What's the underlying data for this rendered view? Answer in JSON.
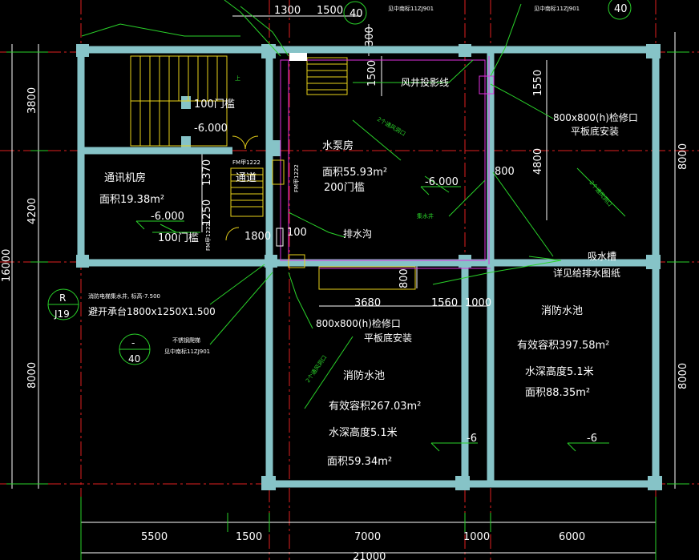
{
  "dims_top": [
    "1300",
    "1500",
    "300"
  ],
  "dims_bottom": [
    "5500",
    "1500",
    "7000",
    "1000",
    "6000",
    "21000"
  ],
  "dims_left": [
    "3800",
    "4200",
    "16000",
    "8000"
  ],
  "dims_right": [
    "8000",
    "8000"
  ],
  "dims_inner": {
    "d1550": "1550",
    "d1500": "1500",
    "d4800": "4800",
    "d800a": "800",
    "d1370": "1370",
    "d1250": "1250",
    "d1800": "1800",
    "d100": "100",
    "d800b": "800",
    "d3680": "3680",
    "d1560": "1560",
    "d1000": "1000"
  },
  "top_refs": {
    "ref1": "见中南标11ZJ901",
    "ref2": "见中南标11ZJ901",
    "sym1": "40",
    "sym2": "40"
  },
  "rooms": {
    "pump_room": {
      "name": "水泵房",
      "area": "面积55.93m²",
      "door": "200门槛",
      "elev": "-6.000"
    },
    "telecom_room": {
      "name": "通讯机房",
      "area": "面积19.38m²",
      "elev": "-6.000",
      "door": "100门槛"
    },
    "passage": "通道",
    "pool_left": {
      "name": "消防水池",
      "capacity": "有效容积267.03m²",
      "depth": "水深高度5.1米",
      "area": "面积59.34m²",
      "elev": "-6"
    },
    "pool_right": {
      "name": "消防水池",
      "capacity": "有效容积397.58m²",
      "depth": "水深高度5.1米",
      "area": "面积88.35m²",
      "elev": "-6"
    }
  },
  "labels": {
    "threshold_100": "100门槛",
    "elev_stair": "-6.000",
    "shaft": "风井投影线",
    "drain": "排水沟",
    "hatch_top": "800x800(h)检修口",
    "hatch_top2": "平板底安装",
    "hatch_bottom": "800x800(h)检修口",
    "hatch_bottom2": "平板底安装",
    "suction": "吸水槽",
    "suction2": "详见给排水图纸",
    "sump_note": "消防电梯集水井, 标高-7.500",
    "sump_note2": "避开承台1800x1250X1.500",
    "ladder_note": "不锈钢爬梯",
    "ladder_note2": "见中南标11ZJ901",
    "pipe1": "2个通风洞口",
    "pipe2": "2个通风洞口",
    "pipe3": "2个通风洞口",
    "sump_small": "集水井",
    "door_fm1": "FM甲1222",
    "door_fm2": "FM甲1222",
    "door_fm3": "FM甲1222",
    "stair_up": "上"
  },
  "symbols": {
    "sym_r": {
      "top": "R",
      "bottom": "J19"
    },
    "sym_40": {
      "top": "-",
      "bottom": "40"
    }
  }
}
